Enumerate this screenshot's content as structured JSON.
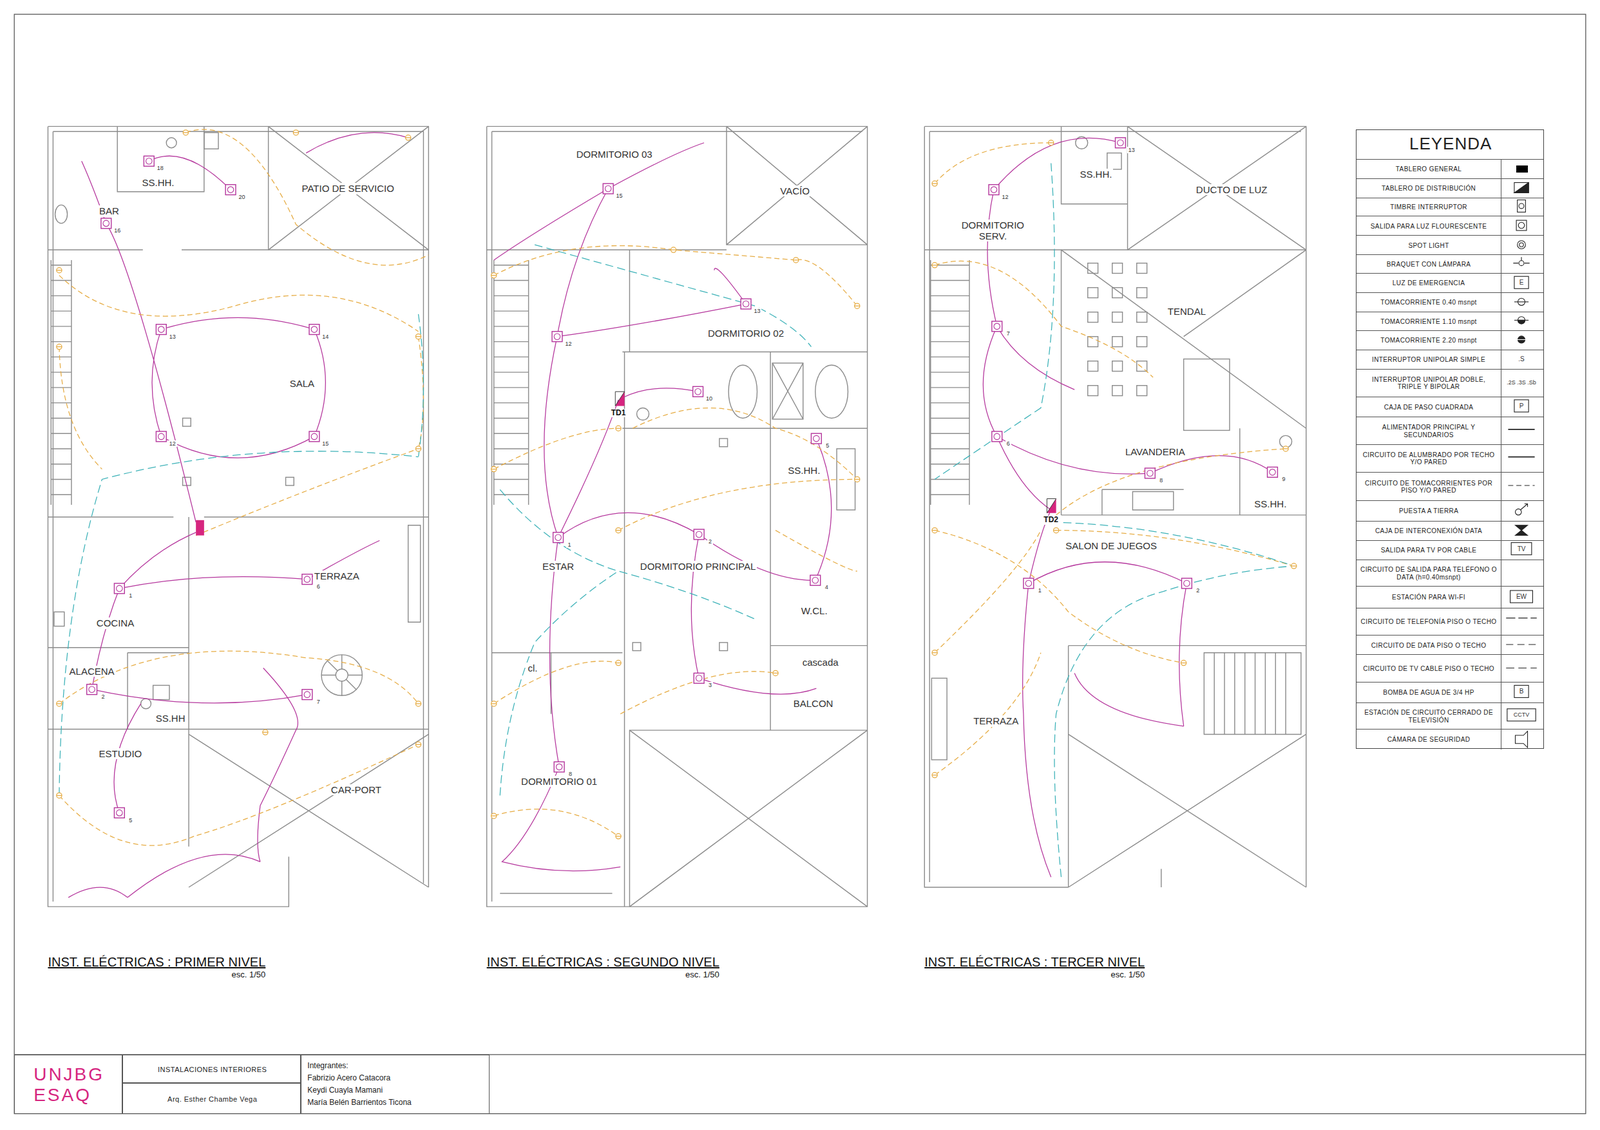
{
  "diagram": {
    "nodes": [
      {
        "text": [
          "INST. ELÉCTRICAS : PRIMER NIVEL",
          "esc. 1/50"
        ]
      },
      {
        "text": [
          "INST. ELÉCTRICAS : SEGUNDO NIVEL",
          "esc. 1/50"
        ]
      },
      {
        "text": [
          "INST. ELÉCTRICAS : TERCER NIVEL",
          "esc. 1/50"
        ]
      },
      {
        "text": [
          "LEYENDA"
        ]
      },
      {
        "text": [
          "UNJBG ESAQ"
        ]
      },
      {
        "text": [
          "INSTALACIONES INTERIORES"
        ]
      },
      {
        "text": [
          "Arq. Esther Chambe Vega"
        ]
      },
      {
        "text": [
          "Integrantes:",
          "Fabrizio Acero Catacora",
          "Keydi Cuayla Mamani",
          "María Belén Barrientos Ticona"
        ]
      }
    ],
    "labels": [
      "SS.HH.",
      "PATIO DE SERVICIO",
      "BAR",
      "SALA",
      "TERRAZA",
      "COCINA",
      "ALACENA",
      "SS.HH",
      "ESTUDIO",
      "CAR-PORT",
      "DORMITORIO 03",
      "VACÍO",
      "DORMITORIO 02",
      "SS.HH.",
      "ESTAR",
      "DORMITORIO PRINCIPAL",
      "W.CL.",
      "cascada",
      "BALCON",
      "cl.",
      "DORMITORIO 01",
      "SS.HH.",
      "DUCTO DE LUZ",
      "DORMITORIO SERV.",
      "TENDAL",
      "LAVANDERIA",
      "SS.HH.",
      "SALON DE JUEGOS",
      "TERRAZA",
      "TD1",
      "TD2",
      "13",
      "14",
      "12",
      "15",
      "1",
      "6",
      "2",
      "7",
      "5",
      "16",
      "20",
      "18",
      "15",
      "12",
      "13",
      "10",
      "5",
      "1",
      "2",
      "4",
      "3",
      "8",
      "12",
      "7",
      "6",
      "8",
      "9",
      "1",
      "2",
      "13",
      "E",
      "P",
      "TV",
      "EW",
      "B",
      "CCTV",
      ".S",
      ".2S .3S .Sb"
    ],
    "legend": [
      {
        "text": "TABLERO GENERAL",
        "color": "#000000"
      },
      {
        "text": "TABLERO DE DISTRIBUCIÓN"
      },
      {
        "text": "TIMBRE INTERRUPTOR"
      },
      {
        "text": "SALIDA PARA LUZ FLOURESCENTE"
      },
      {
        "text": "SPOT LIGHT"
      },
      {
        "text": "BRAQUET CON LÁMPARA"
      },
      {
        "text": "LUZ DE EMERGENCIA"
      },
      {
        "text": "TOMACORRIENTE 0.40 msnpt"
      },
      {
        "text": "TOMACORRIENTE 1.10 msnpt"
      },
      {
        "text": "TOMACORRIENTE 2.20 msnpt"
      },
      {
        "text": "INTERRUPTOR UNIPOLAR SIMPLE"
      },
      {
        "text": "INTERRUPTOR UNIPOLAR DOBLE, TRIPLE Y BIPOLAR"
      },
      {
        "text": "CAJA DE PASO CUADRADA"
      },
      {
        "text": "ALIMENTADOR PRINCIPAL Y SECUNDARIOS"
      },
      {
        "text": "CIRCUITO DE ALUMBRADO POR TECHO Y/O PARED"
      },
      {
        "text": "CIRCUITO DE TOMACORRIENTES POR PISO Y/O PARED"
      },
      {
        "text": "PUESTA A TIERRA"
      },
      {
        "text": "CAJA DE INTERCONEXIÓN DATA"
      },
      {
        "text": "SALIDA PARA TV POR CABLE"
      },
      {
        "text": "CIRCUITO DE SALIDA PARA TELÉFONO O DATA (h=0.40msnpt)"
      },
      {
        "text": "ESTACIÓN PARA WI-FI"
      },
      {
        "text": "CIRCUITO DE TELEFONÍA PISO O TECHO"
      },
      {
        "text": "CIRCUITO DE DATA PISO O TECHO"
      },
      {
        "text": "CIRCUITO DE TV CABLE PISO O TECHO"
      },
      {
        "text": "BOMBA DE AGUA DE 3/4 HP"
      },
      {
        "text": "ESTACIÓN DE CIRCUITO CERRADO DE TELEVISIÓN"
      },
      {
        "text": "CÁMARA DE SEGURIDAD"
      }
    ]
  }
}
